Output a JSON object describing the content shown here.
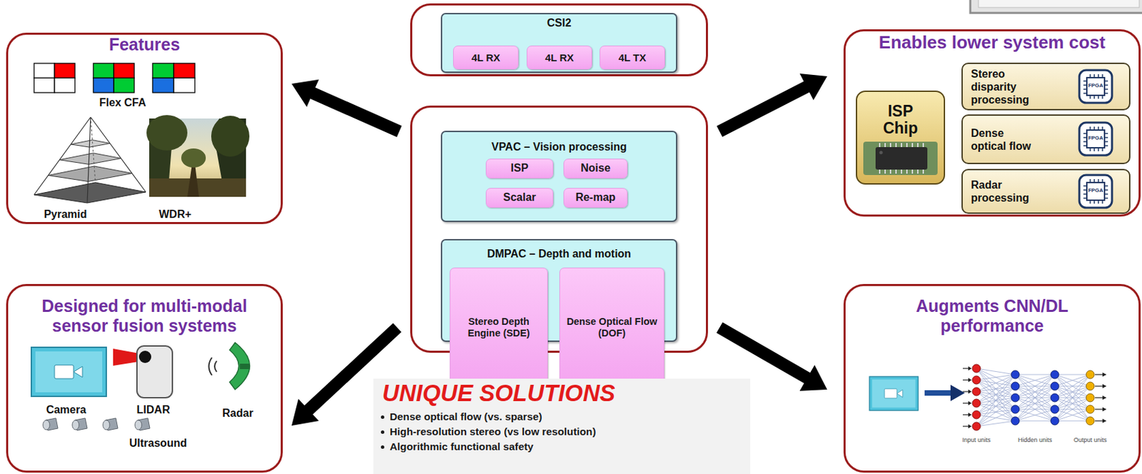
{
  "diagram": {
    "nodes": [
      {
        "text": [
          "Features"
        ]
      },
      {
        "text": []
      },
      {
        "text": [
          "CSI2"
        ],
        "in": 1
      },
      {
        "text": [
          "4L RX"
        ],
        "in": 2
      },
      {
        "text": [
          "4L RX"
        ],
        "in": 2
      },
      {
        "text": [
          "4L TX"
        ],
        "in": 2
      },
      {
        "text": [
          "Enables lower system cost"
        ]
      },
      {
        "text": [
          "ISP Chip"
        ],
        "in": 6
      },
      {
        "text": [
          "Stereo disparity processing"
        ],
        "in": 6
      },
      {
        "text": [
          "Dense optical flow"
        ],
        "in": 6
      },
      {
        "text": [
          "Radar processing"
        ],
        "in": 6
      },
      {
        "text": []
      },
      {
        "text": [
          "VPAC – Vision processing"
        ],
        "in": 11
      },
      {
        "text": [
          "ISP"
        ],
        "in": 12
      },
      {
        "text": [
          "Noise"
        ],
        "in": 12
      },
      {
        "text": [
          "Scalar"
        ],
        "in": 12
      },
      {
        "text": [
          "Re-map"
        ],
        "in": 12
      },
      {
        "text": [
          "DMPAC – Depth and motion"
        ],
        "in": 11
      },
      {
        "text": [
          "Stereo Depth Engine (SDE)"
        ],
        "in": 17
      },
      {
        "text": [
          "Dense Optical Flow (DOF)"
        ],
        "in": 17
      },
      {
        "text": [
          "Designed for multi-modal sensor fusion systems"
        ]
      },
      {
        "text": [
          "Augments CNN/DL performance"
        ]
      },
      {
        "text": [
          "UNIQUE SOLUTIONS",
          "Dense optical flow (vs. sparse)",
          "High-resolution stereo (vs low resolution)",
          "Algorithmic functional safety"
        ]
      }
    ],
    "edges": [
      {
        "from": 11,
        "to": 0,
        "arrow": "to"
      },
      {
        "from": 11,
        "to": 6,
        "arrow": "to"
      },
      {
        "from": 11,
        "to": 20,
        "arrow": "to"
      },
      {
        "from": 11,
        "to": 21,
        "arrow": "to"
      }
    ],
    "labels": [
      "Flex CFA",
      "Pyramid",
      "WDR+",
      "Camera",
      "LIDAR",
      "Radar",
      "Ultrasound",
      "FPGA",
      "FPGA",
      "FPGA",
      "Input units",
      "Hidden units",
      "Output units"
    ]
  }
}
